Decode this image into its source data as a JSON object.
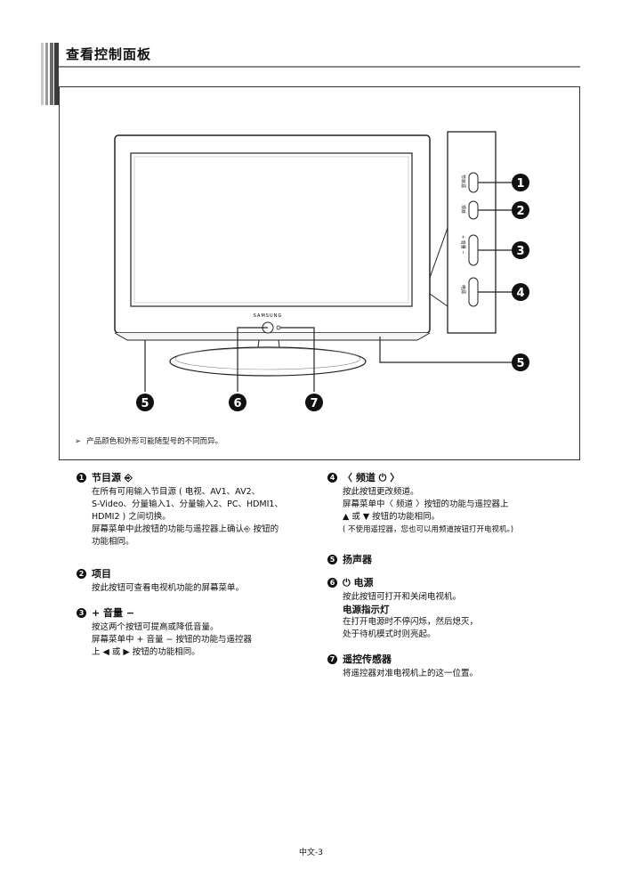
{
  "page": {
    "title": "查看控制面板",
    "footer": "中文-3"
  },
  "figure": {
    "brand": "SAMSUNG",
    "panel_labels": [
      "节目源",
      "项目",
      "+ 音量 −",
      "电源"
    ],
    "callouts": [
      "1",
      "2",
      "3",
      "4",
      "5",
      "5",
      "6",
      "7"
    ],
    "note": "产品颜色和外形可能随型号的不同而异。"
  },
  "items": [
    {
      "num": "1",
      "title": "节目源 ⎆",
      "lines": [
        "在所有可用输入节目源 ( 电视、AV1、AV2、",
        "S-Video、分量输入1、分量输入2、PC、HDMI1、",
        "HDMI2 ) 之间切换。",
        "屏幕菜单中此按钮的功能与遥控器上确认⎆ 按钮的",
        "功能相同。"
      ]
    },
    {
      "num": "2",
      "title": "项目",
      "lines": [
        "按此按钮可查看电视机功能的屏幕菜单。"
      ]
    },
    {
      "num": "3",
      "title": "+  音量  −",
      "lines": [
        "按这两个按钮可提高或降低音量。",
        "屏幕菜单中 +  音量  −  按钮的功能与遥控器",
        "上 ◀ 或 ▶ 按钮的功能相同。"
      ]
    },
    {
      "num": "4",
      "title": "〈 频道 ⏻ 〉",
      "lines": [
        "按此按钮更改频道。",
        "屏幕菜单中〈 频道 〉按钮的功能与遥控器上",
        "▲ 或 ▼ 按钮的功能相同。",
        "( 不使用遥控器，您也可以用频道按钮打开电视机。)"
      ]
    },
    {
      "num": "5",
      "title": "扬声器",
      "lines": []
    },
    {
      "num": "6",
      "title": "⏻ 电源",
      "lines": [
        "按此按钮可打开和关闭电视机。"
      ],
      "subtitle": "电源指示灯",
      "sublines": [
        "在打开电源时不停闪烁，然后熄灭，",
        "处于待机模式时则亮起。"
      ]
    },
    {
      "num": "7",
      "title": "遥控传感器",
      "lines": [
        "将遥控器对准电视机上的这一位置。"
      ]
    }
  ]
}
